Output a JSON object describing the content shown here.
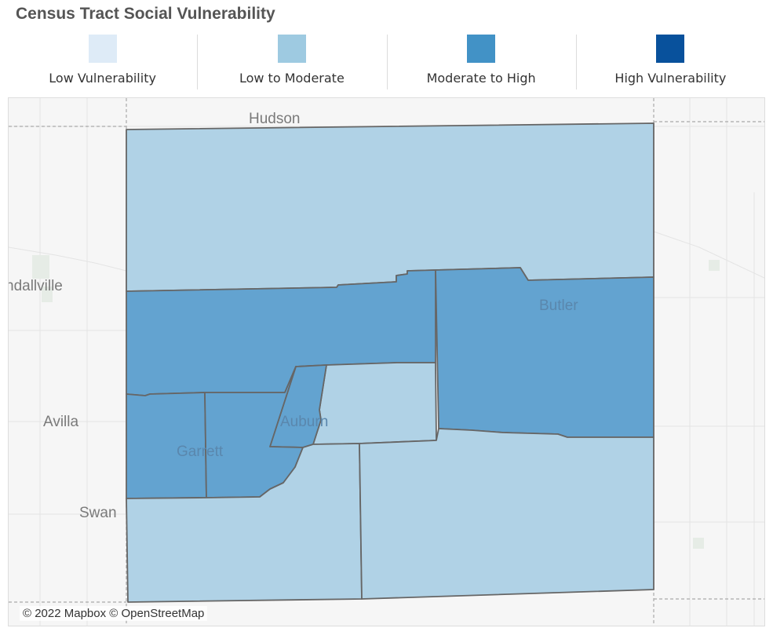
{
  "title": "Census Tract Social Vulnerability",
  "legend": [
    {
      "label": "Low Vulnerability",
      "color": "#deebf7"
    },
    {
      "label": "Low to Moderate",
      "color": "#9ecae1"
    },
    {
      "label": "Moderate to High",
      "color": "#4292c6"
    },
    {
      "label": "High Vulnerability",
      "color": "#08519c"
    }
  ],
  "map": {
    "places": {
      "hudson": "Hudson",
      "kendallville": "ndallville",
      "butler": "Butler",
      "avilla": "Avilla",
      "auburn": "Auburn",
      "garrett": "Garrett",
      "swan": "Swan"
    },
    "tract_fill": {
      "low_to_moderate": "#b0d2e6",
      "moderate_to_high": "#63a3d0"
    },
    "attribution": "© 2022 Mapbox © OpenStreetMap"
  }
}
